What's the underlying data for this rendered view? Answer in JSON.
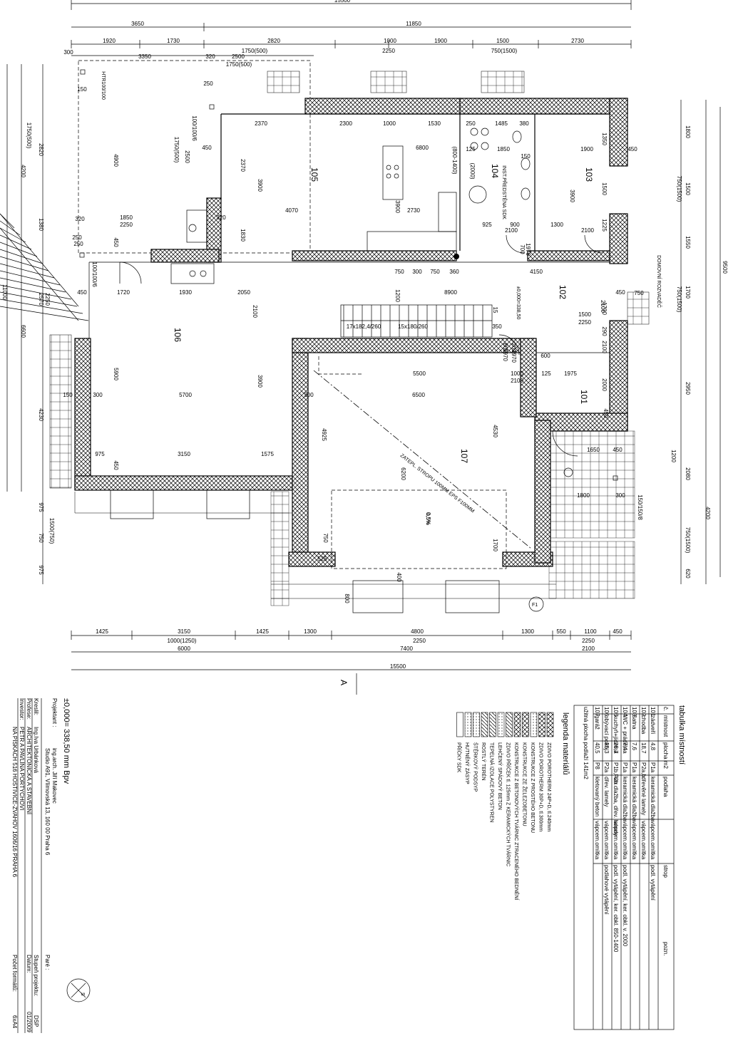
{
  "dims_top": {
    "total": "15500",
    "left_block": "3650",
    "right_block": "11850",
    "row2": [
      "1920",
      "1730",
      "2820",
      "1000",
      "1900",
      "1500",
      "2730"
    ],
    "row3a": [
      "1750(500)",
      "2250",
      "750(1500)"
    ],
    "row3b": [
      "300",
      "3350",
      "320",
      "2500",
      "250"
    ],
    "row3c": [
      "1750(500)"
    ]
  },
  "dims_bottom": {
    "row1": [
      "1425",
      "3150",
      "1425",
      "1300",
      "4800",
      "1300",
      "550",
      "1100",
      "450"
    ],
    "row2": [
      "1000(1250)",
      "2250",
      "2250"
    ],
    "row3": [
      "6000",
      "7400",
      "2100"
    ],
    "total": "15500"
  },
  "dims_left": {
    "outer": [
      "1750(500)",
      "4200",
      "1380",
      "11000",
      "6600",
      "4230",
      "975",
      "1500(750)",
      "975"
    ],
    "inner": [
      "2820",
      "2250",
      "2570",
      "750"
    ]
  },
  "dims_right": {
    "outer": [
      "1800",
      "1500",
      "750(1500)",
      "1550",
      "1700",
      "750(1500)",
      "2950",
      "9500",
      "2080",
      "4200",
      "1200",
      "750(1500)",
      "620"
    ]
  },
  "interior_dims": [
    "320",
    "150",
    "100/100/6",
    "450",
    "250",
    "2370",
    "2300",
    "1000",
    "1530",
    "1485",
    "380",
    "125",
    "250",
    "6800",
    "1850",
    "150",
    "1900",
    "450",
    "4900",
    "2500",
    "1750(500)",
    "2370",
    "3900",
    "(800-1400)",
    "(2000)",
    "3900",
    "1350",
    "1500",
    "3900",
    "320",
    "1850",
    "2250",
    "4070",
    "1830",
    "2730",
    "925",
    "900",
    "1300",
    "2100",
    "2100",
    "1225",
    "250",
    "450",
    "2100",
    "250",
    "100/100/6",
    "750",
    "300",
    "750",
    "360",
    "4150",
    "450",
    "1720",
    "1930",
    "2050",
    "1200",
    "8900",
    "450",
    "750",
    "2100",
    "2100",
    "1700",
    "1500",
    "2250",
    "17x182,4/260",
    "15x180/260",
    "350",
    "15",
    "600",
    "5500",
    "1000",
    "125",
    "1975",
    "2100",
    "5900",
    "3900",
    "150",
    "300",
    "5700",
    "300",
    "6500",
    "2000",
    "450",
    "4925",
    "4530",
    "1650",
    "450",
    "975",
    "3150",
    "1575",
    "450",
    "6200",
    "1800",
    "300",
    "150/150/8",
    "750",
    "525",
    "400",
    "1700",
    "800",
    "0,5%",
    "200",
    "1970",
    "800",
    "1970",
    "700",
    "1970",
    "290"
  ],
  "rooms": [
    {
      "id": "101",
      "label": "101"
    },
    {
      "id": "102",
      "label": "102"
    },
    {
      "id": "103",
      "label": "103"
    },
    {
      "id": "104",
      "label": "104"
    },
    {
      "id": "105",
      "label": "105"
    },
    {
      "id": "106",
      "label": "106"
    },
    {
      "id": "107",
      "label": "107"
    }
  ],
  "notes": {
    "htr": "HTR100/100",
    "instal": "INST.PŘEDSTĚNA SDK",
    "domovni": "DOMOVNÍ ROZVADĚČ",
    "zero": "±0,000=338,50",
    "zaizol": "ZATEPL. STROPU 100MM EPS F100MM",
    "section": "A",
    "f1": "F1",
    "slope": "0,5%"
  },
  "room_table": {
    "title": "tabulka místností",
    "headers": [
      "č.",
      "místnost",
      "plocha m2",
      "podlaha",
      "strop",
      "pozn."
    ],
    "rows": [
      [
        "101",
        "zádveří",
        "4,8",
        "P1a",
        "keramická dlažba",
        "vápcem.omítka",
        "podl. vytápění"
      ],
      [
        "102",
        "chodba",
        "18,7",
        "P2a,b",
        "dřevěné lamely",
        "vápcem.omítka",
        ""
      ],
      [
        "103",
        "šatna",
        "7,6",
        "P1a",
        "keramická dlažba",
        "vápcem.omítka",
        ""
      ],
      [
        "104",
        "WC + prádelna",
        "7,4",
        "P1a",
        "keramická dlažba",
        "vápcem.omítka",
        "podl. vytápění, ker. obkl. v. 2000"
      ],
      [
        "105",
        "kuchyň+jídelna",
        "26,7",
        "P1b,P2b",
        "ker.dlažba, dřev. lamely",
        "vápcem.omítka",
        "podl. vytápění, ker. obkl. 850-1400"
      ],
      [
        "106",
        "obývací pokoj",
        "35,3",
        "P2a",
        "dřev. lamely",
        "vápcem.omítka",
        "podlahové vytápění"
      ],
      [
        "107",
        "garáž",
        "40,5",
        "P8",
        "kletovaný beton",
        "vápcem.omítka",
        ""
      ]
    ],
    "footer": "užitná plocha podlaží   141m2"
  },
  "legend": {
    "title": "legenda materiálů",
    "items": [
      "ZDIVO POROTHERM 24P+D, tl.240mm",
      "ZDIVO POROTHERM 30P+D, tl.300mm",
      "KONSTRUKCE Z PROSTÉHO BETONU",
      "KONSTRUKCE ZE ŽELEZOBETONU",
      "KONSTRUKCE Z BETONOVÝCH TVÁRNIC ZTRACENÉHO BEDNĚNÍ",
      "ZDIVO PŘÍČEK tl. 125mm Z KERAMICKÝCH TVÁRNIC",
      "LEHČENÝ SPÁDOVÝ BETON",
      "TEPELNÁ IZOLACE POLYSTYREN",
      "ROSTLÝ TERÉN",
      "ŠTĚRKOVÝ PODSYP",
      "HUTNĚNÝ ZÁSYP",
      "PŘÍČKY SDK"
    ]
  },
  "title_block": {
    "elevation": "±0,000= 338,50 mm Bpv",
    "projektant_label": "Projektant :",
    "projektant_name": "ing.arch. Jiří Makovec",
    "projektant_addr": "Studio A91, Vlímovská 13, 160 00 Praha 6",
    "kreslil_label": "Kreslil:",
    "kreslil": "Ing.Iva Urbánková",
    "profese_label": "Profese:",
    "profese": "ARCHITEKTONICKÁ A STAVEBNÍ",
    "investor_label": "Investor:",
    "investor": "PETR A PAVLÍNA PORTYCHOVI",
    "investor_addr": "NA PÍSKÁCH 516 HOSTIVICE-ZVAHOV 1606/16 PRAHA 6",
    "pare_label": "Paré :",
    "stupen_label": "Stupeň projektu:",
    "stupen": "DSP",
    "datum_label": "Datum:",
    "datum": "01/2009",
    "format_label": "Počet formátů:",
    "format": "6xA4"
  }
}
